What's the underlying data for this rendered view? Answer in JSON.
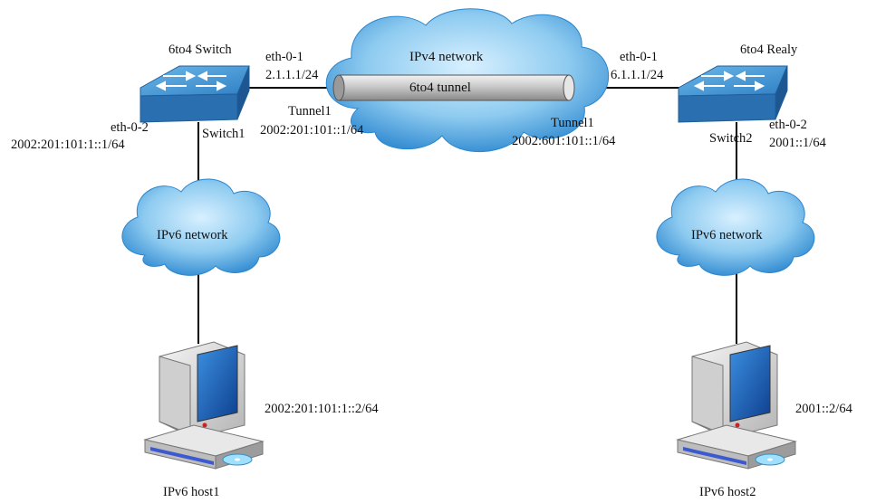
{
  "colors": {
    "cloud_light": "#9fd3f3",
    "cloud_dark": "#2a8fd6",
    "switch_top": "#4aa0dc",
    "switch_side": "#1f5f9a",
    "tunnel_body": "#c8c8c8",
    "line": "#000000"
  },
  "icons": {
    "switch": "switch-icon",
    "cloud": "cloud-icon",
    "computer": "computer-icon"
  },
  "labels": {
    "switch1_role": "6to4 Switch",
    "switch1_name": "Switch1",
    "switch1_eth01": "eth-0-1",
    "switch1_eth01_ip": "2.1.1.1/24",
    "switch1_eth02": "eth-0-2",
    "switch1_eth02_ip": "2002:201:101:1::1/64",
    "switch1_tunnel": "Tunnel1",
    "switch1_tunnel_ip": "2002:201:101::1/64",
    "switch2_role": "6to4 Realy",
    "switch2_name": "Switch2",
    "switch2_eth01": "eth-0-1",
    "switch2_eth01_ip": "6.1.1.1/24",
    "switch2_eth02": "eth-0-2",
    "switch2_eth02_ip": "2001::1/64",
    "switch2_tunnel": "Tunnel1",
    "switch2_tunnel_ip": "2002:601:101::1/64",
    "ipv4_cloud": "IPv4 network",
    "tunnel": "6to4  tunnel",
    "ipv6_cloud_left": "IPv6 network",
    "ipv6_cloud_right": "IPv6 network",
    "host1_ip": "2002:201:101:1::2/64",
    "host1_name": "IPv6 host1",
    "host2_ip": "2001::2/64",
    "host2_name": "IPv6 host2"
  }
}
